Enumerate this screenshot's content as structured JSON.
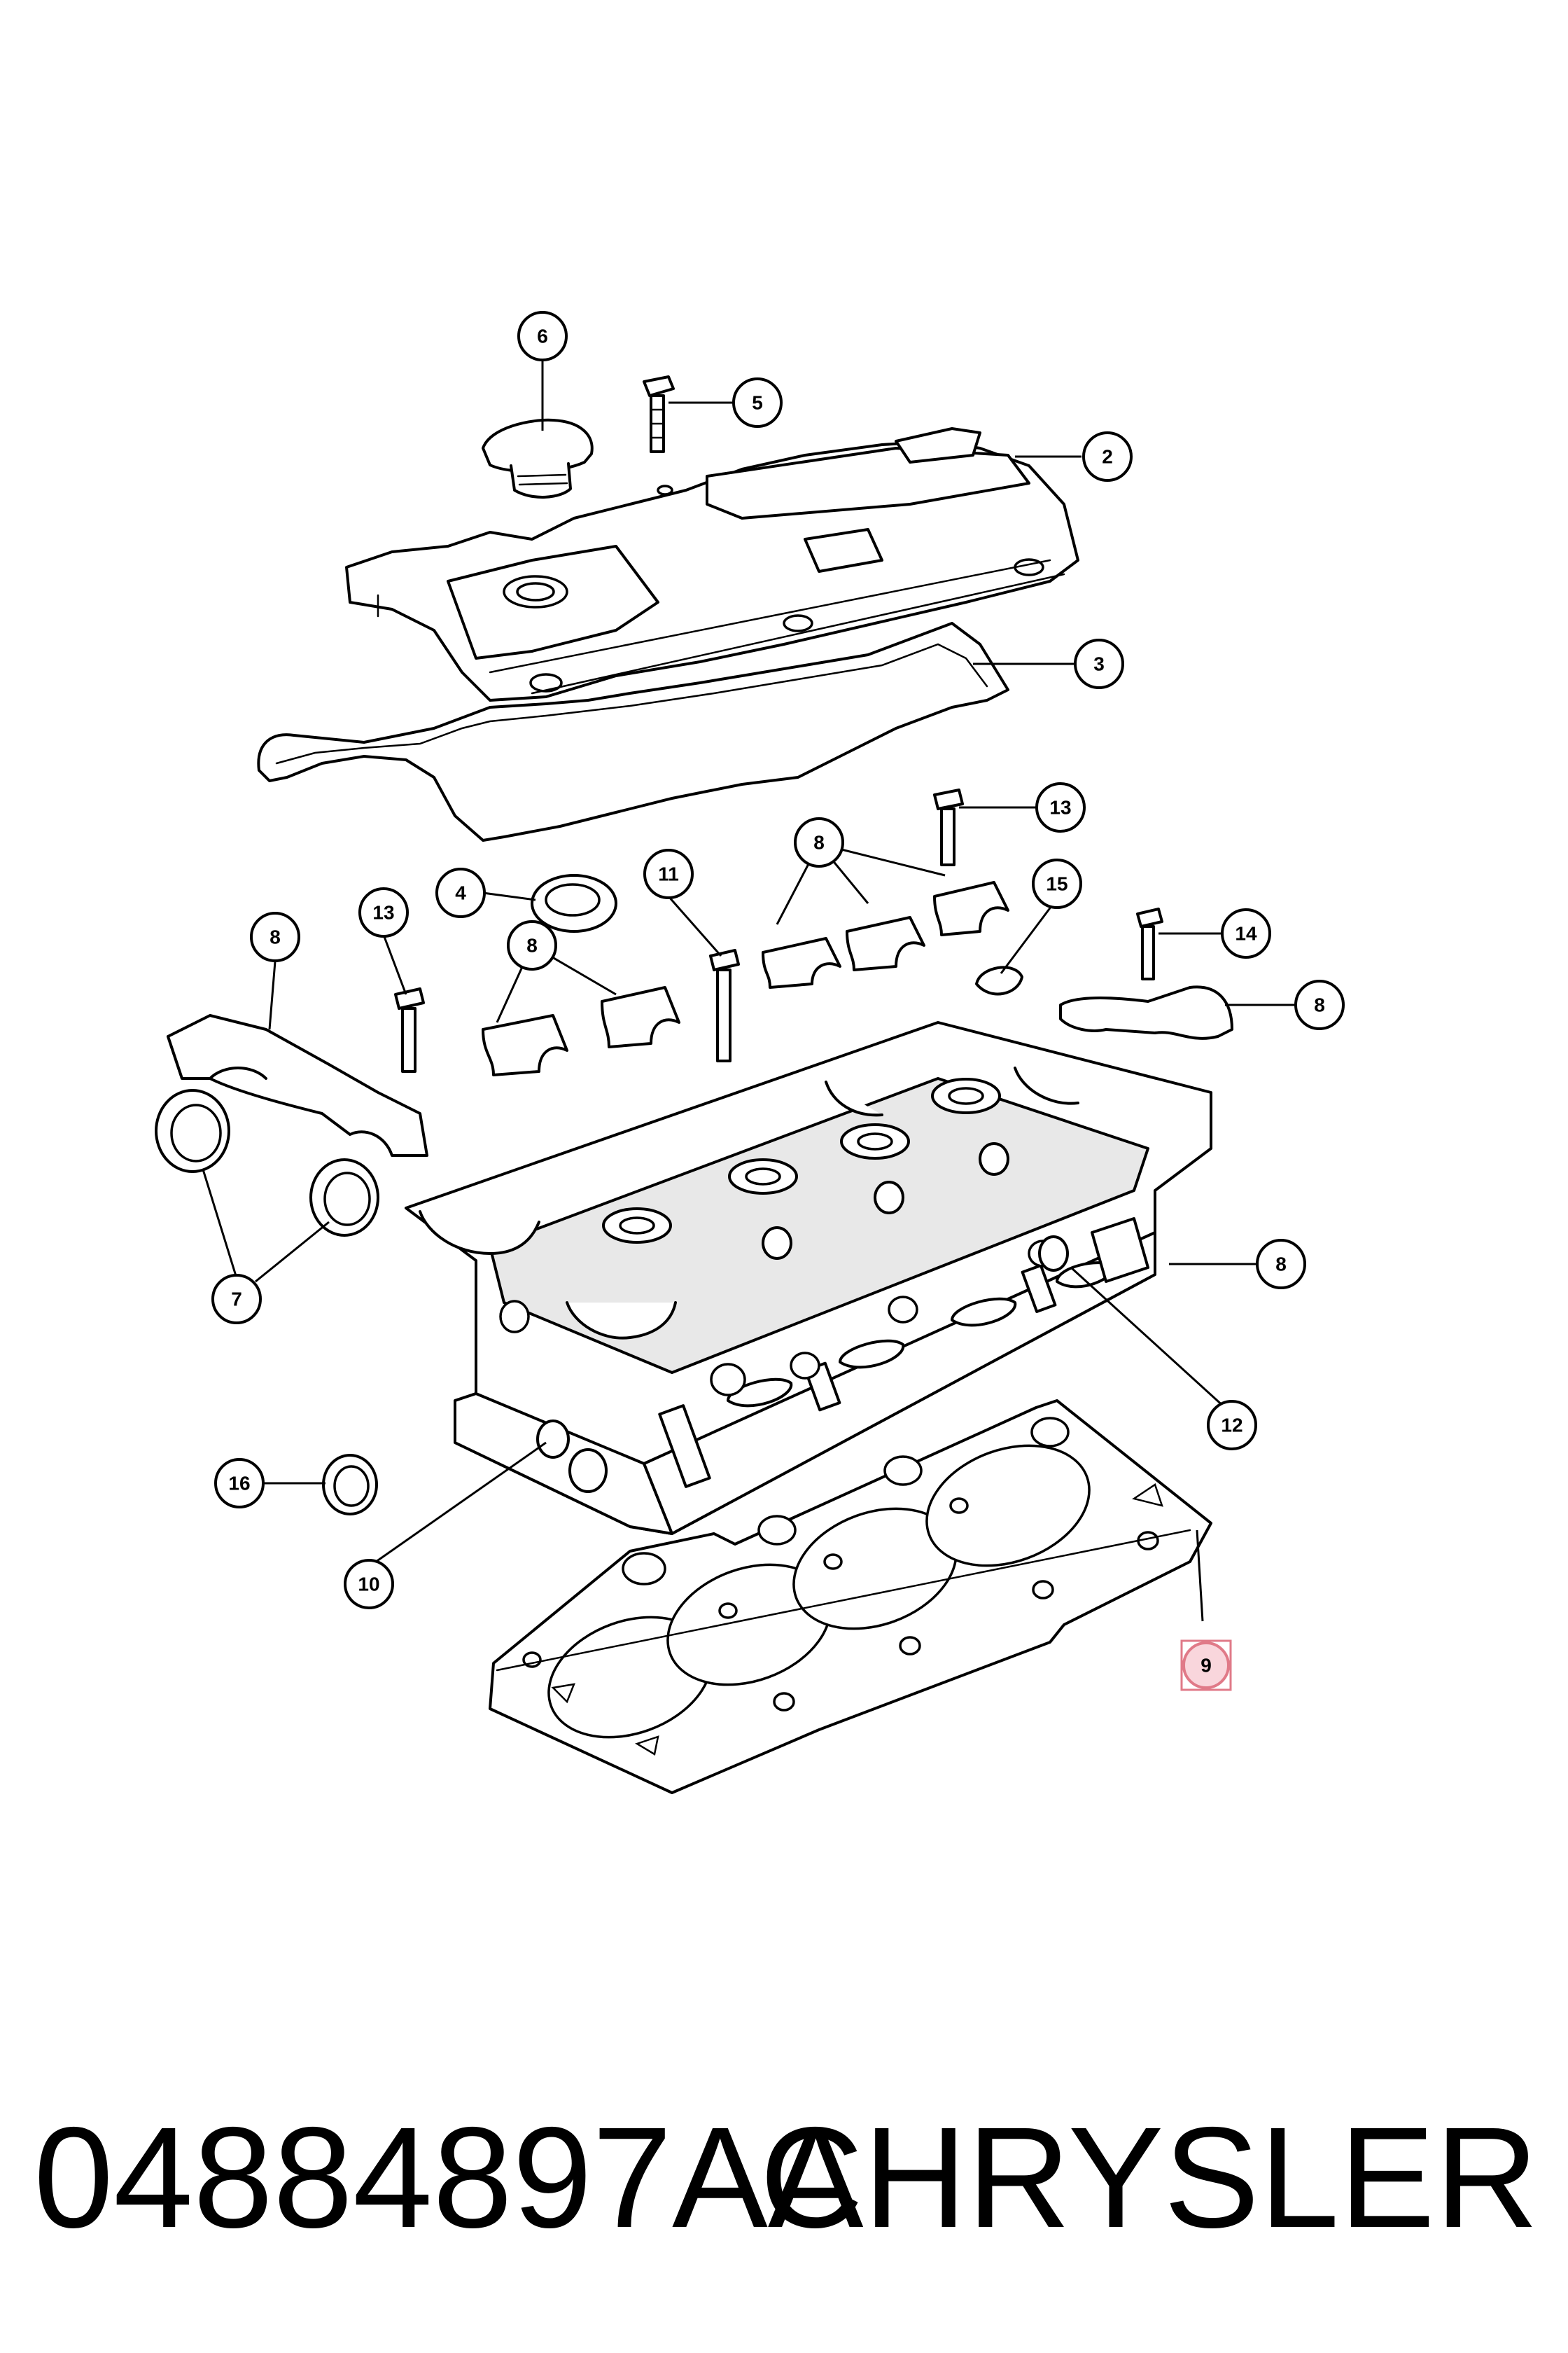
{
  "callouts": [
    {
      "id": "callout-6",
      "label": "6"
    },
    {
      "id": "callout-5",
      "label": "5"
    },
    {
      "id": "callout-2",
      "label": "2"
    },
    {
      "id": "callout-3",
      "label": "3"
    },
    {
      "id": "callout-13a",
      "label": "13"
    },
    {
      "id": "callout-8a",
      "label": "8"
    },
    {
      "id": "callout-15",
      "label": "15"
    },
    {
      "id": "callout-4",
      "label": "4"
    },
    {
      "id": "callout-11",
      "label": "11"
    },
    {
      "id": "callout-8b",
      "label": "8"
    },
    {
      "id": "callout-13b",
      "label": "13"
    },
    {
      "id": "callout-14",
      "label": "14"
    },
    {
      "id": "callout-8c",
      "label": "8"
    },
    {
      "id": "callout-8d",
      "label": "8"
    },
    {
      "id": "callout-8e",
      "label": "8"
    },
    {
      "id": "callout-7",
      "label": "7"
    },
    {
      "id": "callout-12",
      "label": "12"
    },
    {
      "id": "callout-16",
      "label": "16"
    },
    {
      "id": "callout-10",
      "label": "10"
    },
    {
      "id": "callout-9",
      "label": "9"
    }
  ],
  "highlighted_callout": "9",
  "highlight_color": "#f9d6dc",
  "footer": {
    "part_number": "04884897AA",
    "brand": "CHRYSLER"
  }
}
